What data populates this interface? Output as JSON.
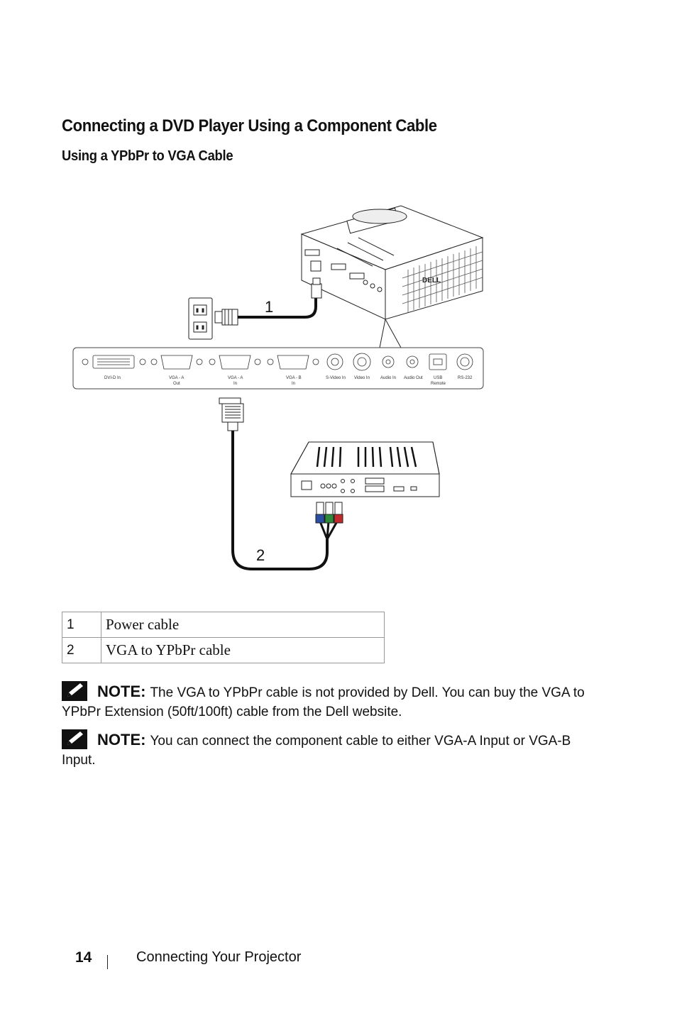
{
  "heading": "Connecting a DVD Player Using a Component Cable",
  "subheading": "Using a YPbPr to VGA Cable",
  "diagram": {
    "callouts": [
      "1",
      "2"
    ],
    "port_labels": {
      "dvi": "DVI-D In",
      "vga_a_out_1": "VGA - A",
      "vga_a_out_2": "Out",
      "vga_a_in_1": "VGA - A",
      "vga_a_in_2": "In",
      "vga_b_in_1": "VGA - B",
      "vga_b_in_2": "In",
      "svideo": "S-Video In",
      "video": "Video In",
      "audio_in": "Audio In",
      "audio_out": "Audio Out",
      "usb_1": "USB",
      "usb_2": "Remote",
      "rs232": "RS-232"
    }
  },
  "legend": [
    {
      "num": "1",
      "label": "Power cable"
    },
    {
      "num": "2",
      "label": "VGA to YPbPr cable"
    }
  ],
  "notes": [
    {
      "label": "NOTE:",
      "text": "The VGA to YPbPr cable is not provided by Dell. You can buy the VGA to YPbPr Extension (50ft/100ft) cable from the Dell website."
    },
    {
      "label": "NOTE:",
      "text": "You can connect the component cable to either VGA-A Input or VGA-B Input."
    }
  ],
  "footer": {
    "page_number": "14",
    "section": "Connecting Your Projector"
  }
}
